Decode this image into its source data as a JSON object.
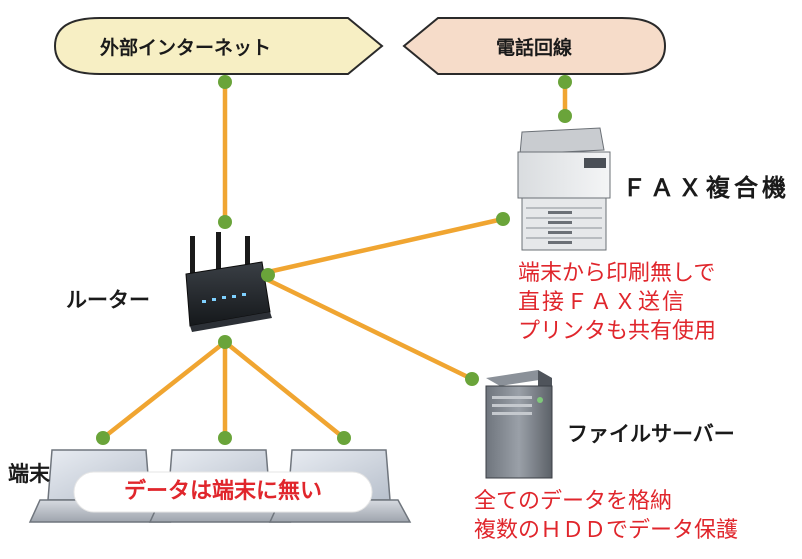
{
  "networks": {
    "internet": {
      "label": "外部インターネット"
    },
    "phone_line": {
      "label": "電話回線"
    }
  },
  "devices": {
    "router": {
      "label": "ルーター"
    },
    "fax_multifunction": {
      "label": "ＦＡＸ複合機",
      "notes": [
        "端末から印刷無しで",
        "直接ＦＡＸ送信",
        "プリンタも共有使用"
      ]
    },
    "file_server": {
      "label": "ファイルサーバー",
      "notes": [
        "全てのデータを格納",
        "複数のＨＤＤでデータ保護"
      ]
    },
    "terminals": {
      "label": "端末",
      "callout": "データは端末に無い"
    }
  },
  "colors": {
    "link_line": "#f0a531",
    "node_dot": "#6aa43a",
    "internet_bubble": "#f7efc4",
    "phone_bubble": "#f6dcc9",
    "note_text": "#e0262c"
  }
}
